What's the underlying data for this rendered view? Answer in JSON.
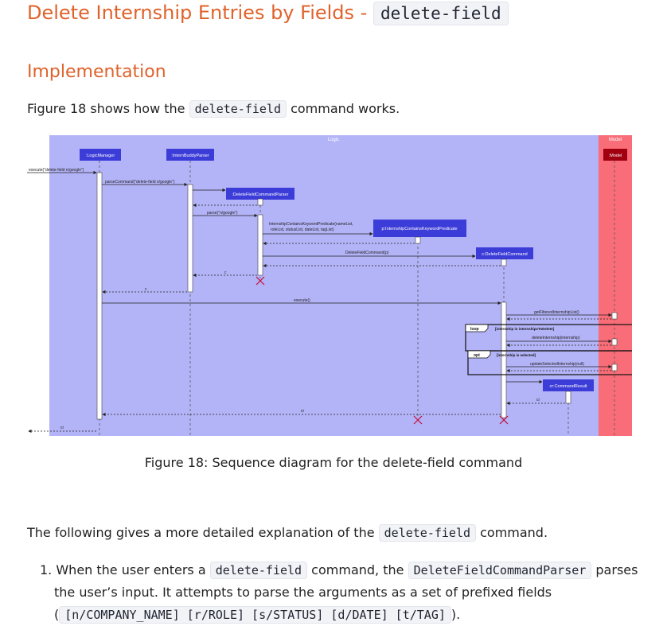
{
  "heading": {
    "text": "Delete Internship Entries by Fields - ",
    "code": "delete-field"
  },
  "subheading": "Implementation",
  "intro": {
    "before": "Figure 18 shows how the ",
    "code": "delete-field",
    "after": " command works."
  },
  "diagram": {
    "logic_label": "Logic",
    "model_label": "Model",
    "participants": {
      "logic_manager": ":LogicManager",
      "parser": ":InternBuddyParser",
      "dfc_parser": ":DeleteFieldCommandParser",
      "predicate": "p:InternshipContainsKeywordPredicate",
      "dfc": "c:DeleteFieldCommand",
      "model": ":Model",
      "result": "cr:CommandResult"
    },
    "messages": {
      "execute_call": "execute(\"delete-field n/google\")",
      "parse_command": "parseCommand(\"delete-field n/google\")",
      "parse": "parse(\"n/google\")",
      "predicate_ctor_1": "InternshipContainsKeywordPredicate(nameList,",
      "predicate_ctor_2": "roleList, statusList, dateList, tagList)",
      "dfc_ctor": "DeleteFieldCommand(p)",
      "c_return_1": "c",
      "c_return_2": "c",
      "execute": "execute()",
      "get_filtered": "getFilteredInternshipList()",
      "loop_label": "loop",
      "loop_guard": "[internship in internshipsToDelete]",
      "delete_internship": "deleteInternship(internship)",
      "opt_label": "opt",
      "opt_guard": "[internship is selected]",
      "update_selected": "updateSelectedInternship(null)",
      "cr_return_1": "cr",
      "cr_return_2": "cr",
      "cr_return_3": "cr"
    }
  },
  "caption": "Figure 18: Sequence diagram for the delete-field command",
  "explanation": {
    "before": "The following gives a more detailed explanation of the ",
    "code": "delete-field",
    "after": " command."
  },
  "list_item_1": {
    "number": "1.",
    "t1": "When the user enters a ",
    "c1": "delete-field",
    "t2": " command, the ",
    "c2": "DeleteFieldCommandParser",
    "t3": " parses the user’s input. It attempts to parse the arguments as a set of prefixed fields (",
    "c3": "[n/COMPANY_NAME] [r/ROLE] [s/STATUS] [d/DATE] [t/TAG]",
    "t4": ")."
  }
}
